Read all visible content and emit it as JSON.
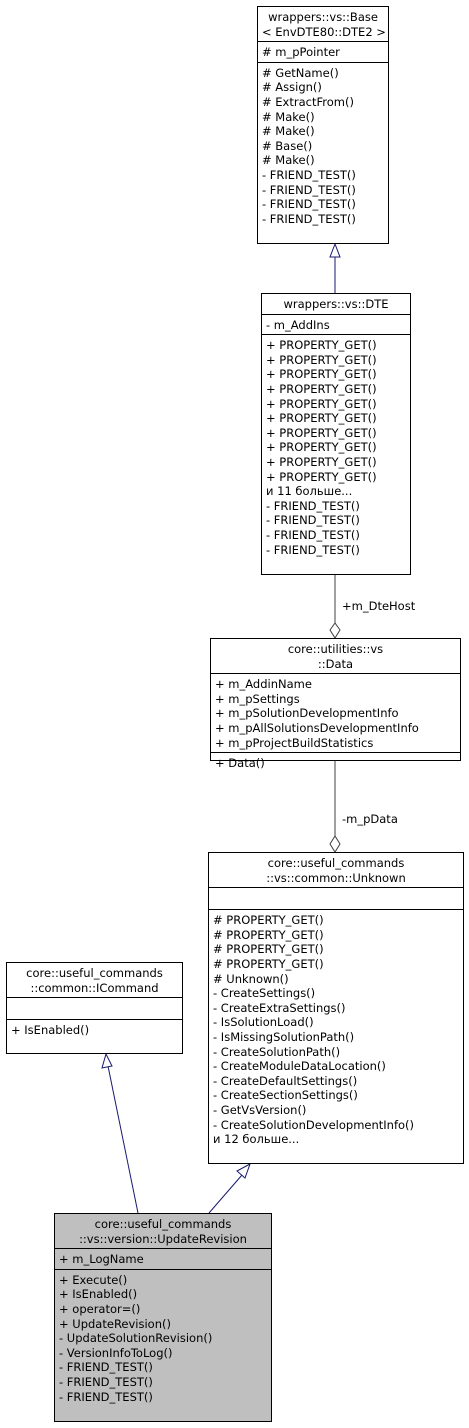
{
  "classes": {
    "base": {
      "title": [
        "wrappers::vs::Base",
        "< EnvDTE80::DTE2 >"
      ],
      "attributes": [
        "# m_pPointer"
      ],
      "methods": [
        "# GetName()",
        "# Assign()",
        "# ExtractFrom()",
        "# Make()",
        "# Make()",
        "# Base()",
        "# Make()",
        "- FRIEND_TEST()",
        "- FRIEND_TEST()",
        "- FRIEND_TEST()",
        "- FRIEND_TEST()"
      ]
    },
    "dte": {
      "title": [
        "wrappers::vs::DTE"
      ],
      "attributes": [
        "- m_AddIns"
      ],
      "methods": [
        "+ PROPERTY_GET()",
        "+ PROPERTY_GET()",
        "+ PROPERTY_GET()",
        "+ PROPERTY_GET()",
        "+ PROPERTY_GET()",
        "+ PROPERTY_GET()",
        "+ PROPERTY_GET()",
        "+ PROPERTY_GET()",
        "+ PROPERTY_GET()",
        "+ PROPERTY_GET()",
        "и 11 больше...",
        "- FRIEND_TEST()",
        "- FRIEND_TEST()",
        "- FRIEND_TEST()",
        "- FRIEND_TEST()"
      ]
    },
    "data": {
      "title": [
        "core::utilities::vs",
        "::Data"
      ],
      "attributes": [
        "+ m_AddinName",
        "+ m_pSettings",
        "+ m_pSolutionDevelopmentInfo",
        "+ m_pAllSolutionsDevelopmentInfo",
        "+ m_pProjectBuildStatistics"
      ],
      "methods": [
        "+ Data()"
      ]
    },
    "unknown": {
      "title": [
        "core::useful_commands",
        "::vs::common::Unknown"
      ],
      "attributes": [],
      "methods": [
        "# PROPERTY_GET()",
        "# PROPERTY_GET()",
        "# PROPERTY_GET()",
        "# PROPERTY_GET()",
        "# Unknown()",
        "- CreateSettings()",
        "- CreateExtraSettings()",
        "- IsSolutionLoad()",
        "- IsMissingSolutionPath()",
        "- CreateSolutionPath()",
        "- CreateModuleDataLocation()",
        "- CreateDefaultSettings()",
        "- CreateSectionSettings()",
        "- GetVsVersion()",
        "- CreateSolutionDevelopmentInfo()",
        "и 12 больше..."
      ]
    },
    "icommand": {
      "title": [
        "core::useful_commands",
        "::common::ICommand"
      ],
      "attributes": [],
      "methods": [
        "+ IsEnabled()"
      ]
    },
    "update": {
      "title": [
        "core::useful_commands",
        "::vs::version::UpdateRevision"
      ],
      "attributes": [
        "+ m_LogName"
      ],
      "methods": [
        "+ Execute()",
        "+ IsEnabled()",
        "+ operator=()",
        "+ UpdateRevision()",
        "- UpdateSolutionRevision()",
        "- VersionInfoToLog()",
        "- FRIEND_TEST()",
        "- FRIEND_TEST()",
        "- FRIEND_TEST()"
      ]
    }
  },
  "edges": {
    "dte_host_label": "+m_DteHost",
    "pdata_label": "-m_pData"
  },
  "colors": {
    "inheritance_edge": "#191970",
    "association_edge": "#404040",
    "highlight_fill": "#bfbfbf"
  }
}
